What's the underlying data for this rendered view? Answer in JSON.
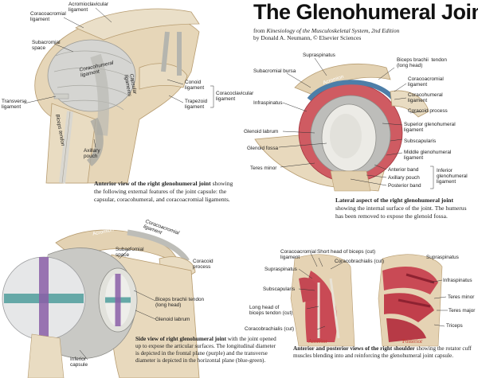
{
  "title": "The Glenohumeral Joint",
  "source": {
    "line1_prefix": "from ",
    "line1_book": "Kinesiology of the Musculoskeletal System, 2nd Edition",
    "line2": "by Donald A. Neumann, © Elsevier Sciences"
  },
  "fig1": {
    "labels": {
      "acromioclavicular": "Acromioclavicular\nligament",
      "coracoacromial": "Coracoacromial\nligament",
      "subacromial_space": "Subacromial\nspace",
      "coracohumeral": "Coracohumeral\nligament",
      "capsular": "Capsular\nligaments",
      "conoid": "Conoid\nligament",
      "trapezoid": "Trapezoid\nligament",
      "coracoclavicular": "Coracoclavicular\nligament",
      "transverse": "Transverse\nligament",
      "biceps_tendon": "Biceps tendon",
      "axillary_pouch": "Axillary\npouch"
    },
    "caption_bold": "Anterior view of the right glenohumeral joint",
    "caption_rest": "showing the following external features of the joint capsule: the capsular, coracohumeral, and coracoacromial ligaments."
  },
  "fig2": {
    "labels": {
      "supraspinatus": "Supraspinatus",
      "subacromial_bursa": "Subacromial bursa",
      "acromion": "Acromion",
      "biceps_long": "Biceps brachii  tendon\n(long head)",
      "coracoacromial": "Coracoacromial\nligament",
      "coracohumeral": "Coracohumeral\nligament",
      "coracoid": "Coracoid process",
      "infraspinatus": "Infraspinatus",
      "glenoid_labrum": "Glenoid labrum",
      "glenoid_fossa": "Glenoid fossa",
      "teres_minor": "Teres minor",
      "superior_gh": "Superior glenohumeral\nligament",
      "subscapularis": "Subscapularis",
      "middle_gh": "Middle glenohumeral\nligament",
      "anterior_band": "Anterior band",
      "axillary_pouch": "Axillary pouch",
      "posterior_band": "Posterior band",
      "inferior_gh": "Inferior\nglenohumeral\nligament"
    },
    "caption_bold": "Lateral aspect of the right glenohumeral joint",
    "caption_rest": "showing the internal surface of the joint. The humerus has been removed to expose the glenoid fossa."
  },
  "fig3": {
    "labels": {
      "acromion": "Acromion",
      "coracoacromial": "Coracoacromial\nligament",
      "subacromial_space": "Subacromial\nspace",
      "coracoid": "Coracoid\nprocess",
      "biceps_long": "Biceps brachii tendon\n(long head)",
      "glenoid_labrum": "Glenoid labrum",
      "inferior_capsule": "Inferior\ncapsule"
    },
    "caption_bold": "Side view of right glenohumeral joint",
    "caption_rest": "with the joint opened up to expose the articular surfaces. The longitudinal diameter is depicted in the frontal plane (purple) and the transverse diameter is depicted in the horizontal plane (blue-green)."
  },
  "fig4": {
    "labels": {
      "coracoacromial": "Coracoacromial\nligament",
      "short_head": "Short head of biceps (cut)",
      "coracobrachialis_top": "Coracobrachialis (cut)",
      "supraspinatus_left": "Supraspinatus",
      "subscapularis": "Subscapularis",
      "long_head": "Long head of\nbiceps tendon (cut)",
      "coracobrachialis_bottom": "Coracobrachialis (cut)",
      "anterior": "Anterior",
      "posterior": "Posterior",
      "supraspinatus_right": "Supraspinatus",
      "infraspinatus": "Infraspinatus",
      "teres_minor": "Teres minor",
      "teres_major": "Teres major",
      "triceps": "Triceps"
    },
    "caption_bold": "Anterior and posterior views of the right shoulder",
    "caption_rest": "showing the rotator cuff muscles blending into and reinforcing the glenohumeral joint capsule."
  },
  "colors": {
    "bone": "#e9dcc2",
    "bone_shade": "#c9b48f",
    "cartilage": "#dfe3e6",
    "ligament": "#c7c9cc",
    "muscle": "#c94a55",
    "labrum_red": "#d8686e",
    "purple_plane": "#8b5fa8",
    "bluegreen_plane": "#4f9e9c"
  }
}
